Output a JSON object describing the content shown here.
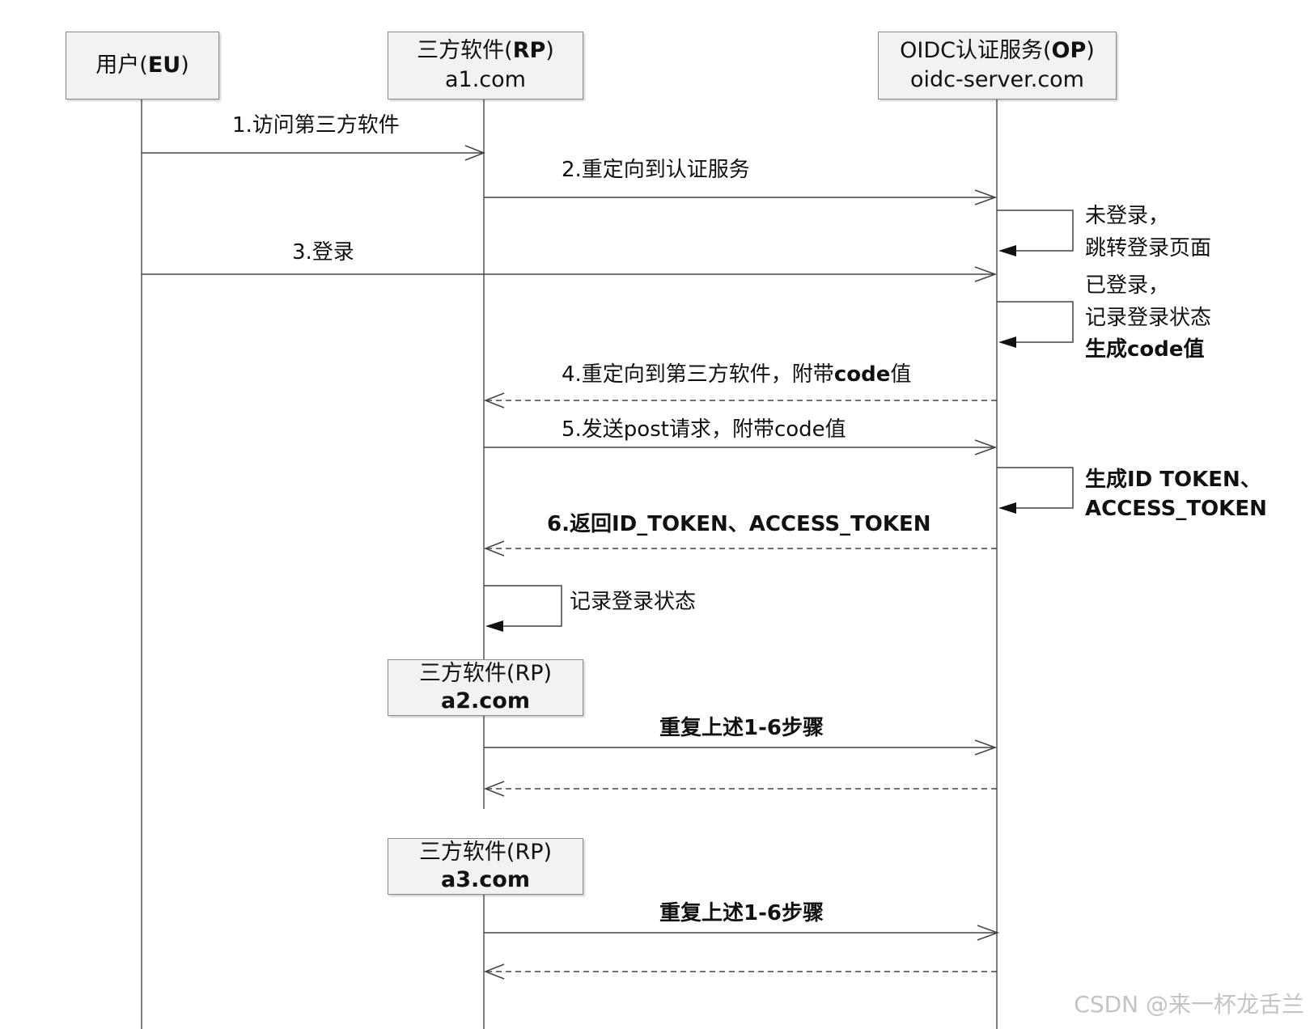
{
  "participants": {
    "eu": {
      "name": "用户",
      "code": "EU"
    },
    "rp1": {
      "name": "三方软件",
      "code": "RP",
      "host": "a1.com"
    },
    "op": {
      "name": "OIDC认证服务",
      "code": "OP",
      "host": "oidc-server.com"
    }
  },
  "messages": {
    "m1": "1.访问第三方软件",
    "m2": "2.重定向到认证服务",
    "m3": "3.登录",
    "m4a": "4.重定向到第三方软件，附带",
    "m4b": "code",
    "m4c": "值",
    "m5": "5.发送post请求，附带code值",
    "m6": "6.返回ID_TOKEN、ACCESS_TOKEN"
  },
  "notes": {
    "not_logged_1": "未登录，",
    "not_logged_2": "跳转登录页面",
    "logged_1": "已登录，",
    "logged_2": "记录登录状态",
    "logged_3": "生成code值",
    "gen_tokens_1": "生成ID TOKEN、",
    "gen_tokens_2": "ACCESS_TOKEN",
    "rp_record": "记录登录状态"
  },
  "extra_rps": {
    "rp2": {
      "title": "三方软件(RP)",
      "host": "a2.com",
      "repeat": "重复上述1-6步骤"
    },
    "rp3": {
      "title": "三方软件(RP)",
      "host": "a3.com",
      "repeat": "重复上述1-6步骤"
    }
  },
  "watermark": "CSDN @来一杯龙舌兰",
  "colors": {
    "line": "#555555",
    "box_fill": "#f2f2f2",
    "box_border": "#8a8a8a"
  }
}
